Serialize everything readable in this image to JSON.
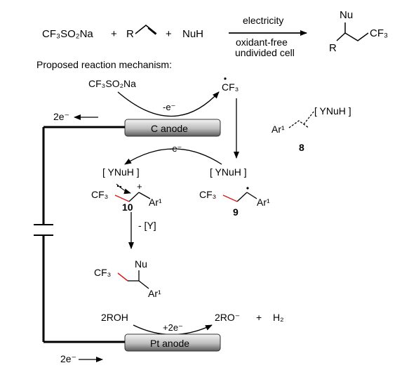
{
  "overall_reaction": {
    "reagent_1": "CF₃SO₂Na",
    "plus_1": "+",
    "alkene_r": "R",
    "plus_2": "+",
    "nucleophile": "NuH",
    "condition_top": "electricity",
    "condition_bottom_1": "oxidant-free",
    "condition_bottom_2": "undivided cell",
    "product_nu": "Nu",
    "product_r": "R",
    "product_cf3": "CF₃"
  },
  "mechanism": {
    "heading": "Proposed reaction mechanism:",
    "reagent_cf3so2na": "CF₃SO₂Na",
    "electron_label_1": "-e⁻",
    "cf3_radical": "CF₃",
    "anode_top_label": "C anode",
    "electron_out_top": "2e⁻",
    "alkene_ar": "Ar¹",
    "alkene_yniuh": "[ YNuH ]",
    "compound_8": "8",
    "electron_label_2": "-e⁻",
    "bracket_left": "[ YNuH ]",
    "bracket_right": "[ YNuH ]",
    "cation_cf3": "CF₃",
    "cation_ar": "Ar¹",
    "cation_charge": "+",
    "compound_10": "10",
    "radical_cf3": "CF₃",
    "radical_ar": "Ar¹",
    "compound_9": "9",
    "loss_label": "- [Y]",
    "final_nu": "Nu",
    "final_cf3": "CF₃",
    "final_ar": "Ar¹",
    "cathode_reagent": "2ROH",
    "electron_label_3": "+2e⁻",
    "cathode_product": "2RO⁻",
    "plus_h2": "+",
    "hydrogen": "H₂",
    "anode_bottom_label": "Pt anode",
    "electron_in_bottom": "2e⁻"
  },
  "colors": {
    "bond": "#000000",
    "cf3_bond_highlight": "#d21f1f",
    "electrode_dark": "#2a2a2a",
    "electrode_light": "#d9d9d9"
  }
}
